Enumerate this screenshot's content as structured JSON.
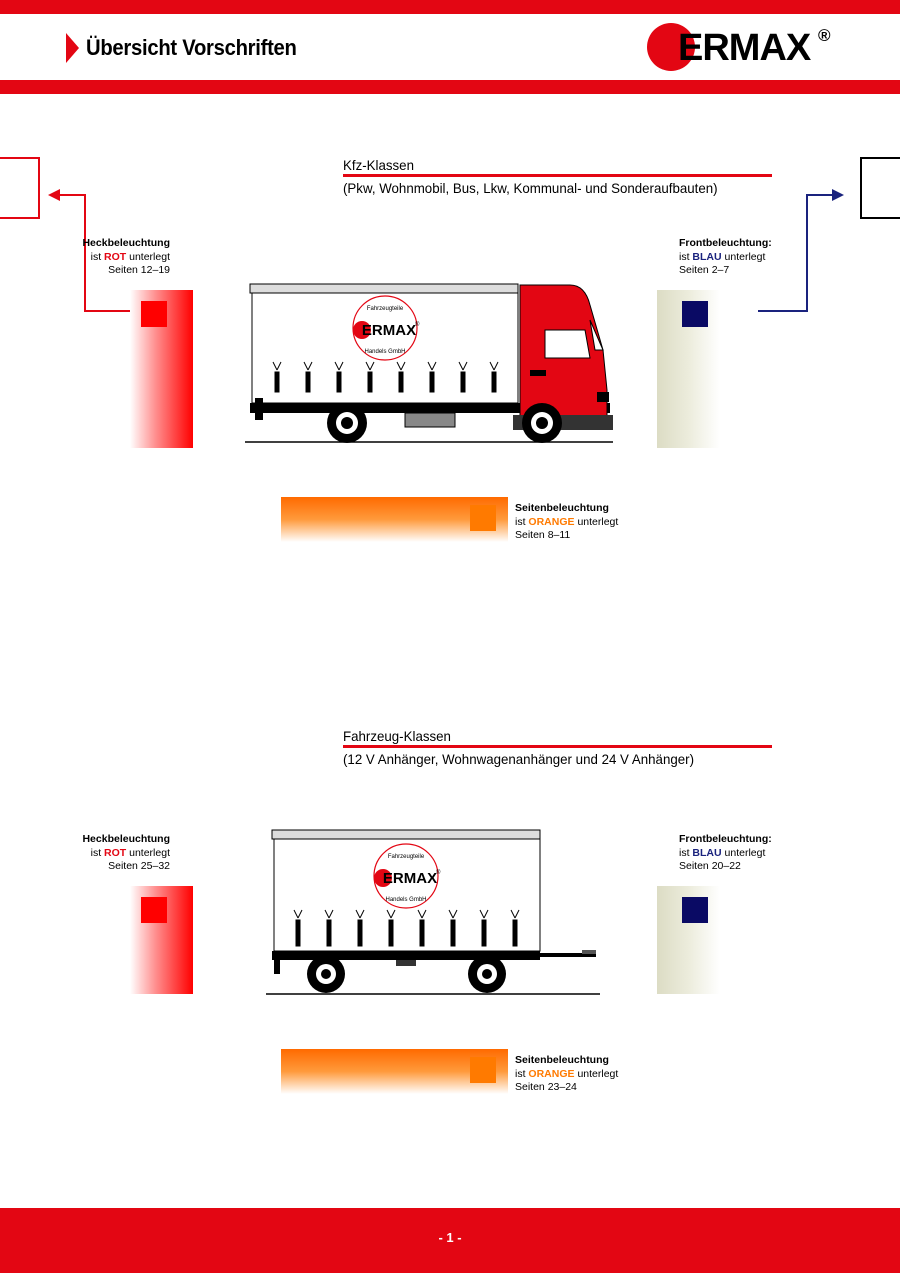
{
  "header": {
    "title": "Übersicht Vorschriften",
    "logo_text": "ERMAX",
    "logo_reg": "®"
  },
  "sections": [
    {
      "title": "Kfz-Klassen",
      "subtitle": "(Pkw, Wohnmobil, Bus, Lkw, Kommunal- und Sonderaufbauten)",
      "rear": {
        "heading": "Heckbeleuchtung",
        "pre": "ist",
        "color_word": "ROT",
        "post": "unterlegt",
        "pages": "Seiten 12–19"
      },
      "front": {
        "heading": "Frontbeleuchtung:",
        "pre": "ist",
        "color_word": "BLAU",
        "post": "unterlegt",
        "pages": "Seiten 2–7"
      },
      "side": {
        "heading": "Seitenbeleuchtung",
        "pre": "ist",
        "color_word": "ORANGE",
        "post": "unterlegt",
        "pages": "Seiten 8–11"
      },
      "vehicle_logo": {
        "ring_top": "Fahrzeugteile",
        "ring_bottom": "Handels GmbH",
        "name": "ERMAX",
        "reg": "®"
      }
    },
    {
      "title": "Fahrzeug-Klassen",
      "subtitle": "(12 V Anhänger, Wohnwagenanhänger und 24 V Anhänger)",
      "rear": {
        "heading": "Heckbeleuchtung",
        "pre": "ist",
        "color_word": "ROT",
        "post": "unterlegt",
        "pages": "Seiten 25–32"
      },
      "front": {
        "heading": "Frontbeleuchtung:",
        "pre": "ist",
        "color_word": "BLAU",
        "post": "unterlegt",
        "pages": "Seiten 20–22"
      },
      "side": {
        "heading": "Seitenbeleuchtung",
        "pre": "ist",
        "color_word": "ORANGE",
        "post": "unterlegt",
        "pages": "Seiten 23–24"
      },
      "vehicle_logo": {
        "ring_top": "Fahrzeugteile",
        "ring_bottom": "Handels GmbH",
        "name": "ERMAX",
        "reg": "®"
      }
    }
  ],
  "footer": {
    "page_number": "- 1 -"
  },
  "colors": {
    "brand_red": "#e30613",
    "blue": "#1a237e",
    "orange": "#ff7a00"
  }
}
